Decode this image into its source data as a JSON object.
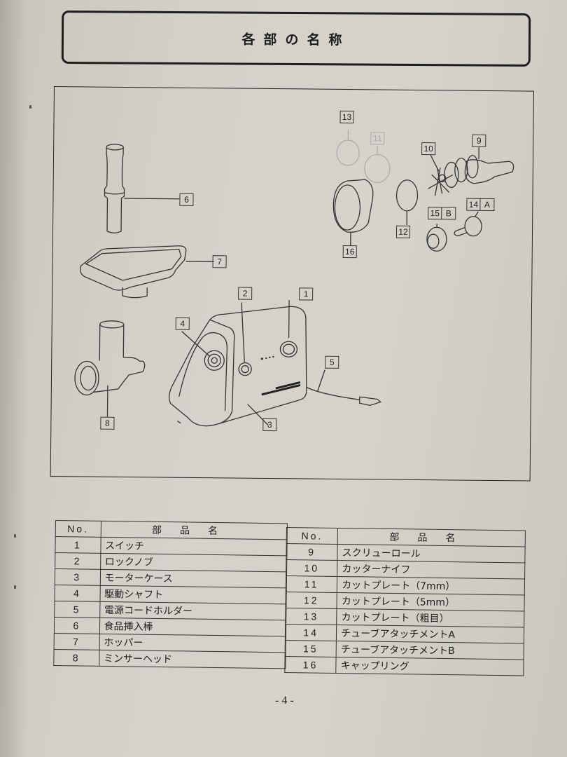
{
  "header": {
    "title": "各部の名称"
  },
  "diagram": {
    "callouts": [
      {
        "id": "1",
        "label": "1"
      },
      {
        "id": "2",
        "label": "2"
      },
      {
        "id": "3",
        "label": "3"
      },
      {
        "id": "4",
        "label": "4"
      },
      {
        "id": "5",
        "label": "5"
      },
      {
        "id": "6",
        "label": "6"
      },
      {
        "id": "7",
        "label": "7"
      },
      {
        "id": "8",
        "label": "8"
      },
      {
        "id": "9",
        "label": "9"
      },
      {
        "id": "10",
        "label": "10"
      },
      {
        "id": "11",
        "label": "11"
      },
      {
        "id": "12",
        "label": "12"
      },
      {
        "id": "13",
        "label": "13"
      },
      {
        "id": "14",
        "label": "14",
        "suffix": "A"
      },
      {
        "id": "15",
        "label": "15",
        "suffix": "B"
      },
      {
        "id": "16",
        "label": "16"
      }
    ]
  },
  "parts_table": {
    "headers": {
      "no": "No.",
      "name": "部品名"
    },
    "left": [
      {
        "no": "1",
        "name": "スイッチ"
      },
      {
        "no": "2",
        "name": "ロックノブ"
      },
      {
        "no": "3",
        "name": "モーターケース"
      },
      {
        "no": "4",
        "name": "駆動シャフト"
      },
      {
        "no": "5",
        "name": "電源コードホルダー"
      },
      {
        "no": "6",
        "name": "食品挿入棒"
      },
      {
        "no": "7",
        "name": "ホッパー"
      },
      {
        "no": "8",
        "name": "ミンサーヘッド"
      }
    ],
    "right": [
      {
        "no": "9",
        "name": "スクリューロール"
      },
      {
        "no": "10",
        "name": "カッターナイフ"
      },
      {
        "no": "11",
        "name": "カットプレート（7mm）"
      },
      {
        "no": "12",
        "name": "カットプレート（5mm）"
      },
      {
        "no": "13",
        "name": "カットプレート（粗目）"
      },
      {
        "no": "14",
        "name": "チューブアタッチメントA"
      },
      {
        "no": "15",
        "name": "チューブアタッチメントB"
      },
      {
        "no": "16",
        "name": "キャップリング"
      }
    ]
  },
  "footer": {
    "page_number": "- 4 -"
  }
}
